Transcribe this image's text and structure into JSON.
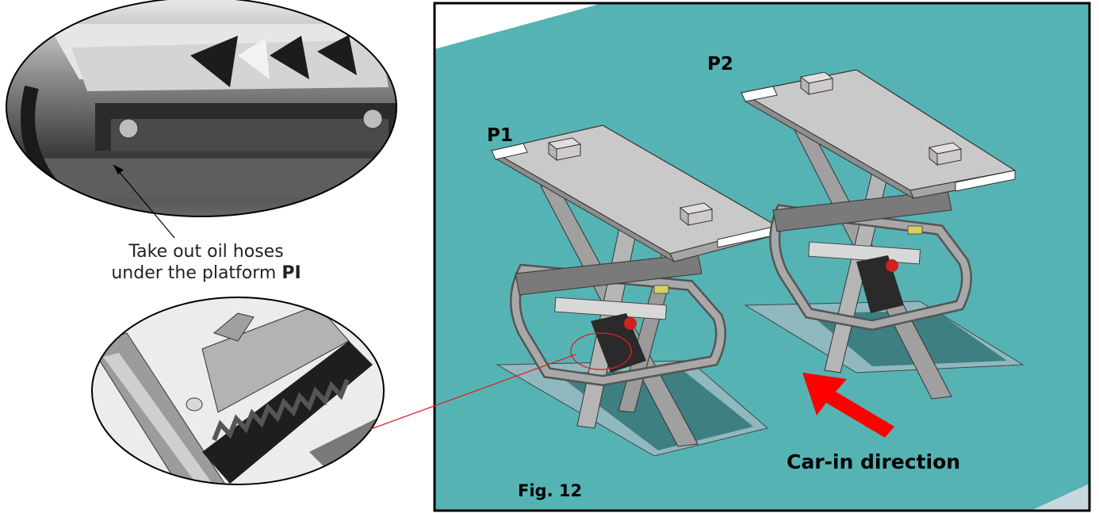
{
  "caption": {
    "line1": "Take out oil hoses",
    "line2_prefix": "under the platform ",
    "line2_bold": "PI"
  },
  "labels": {
    "p1": "P1",
    "p2": "P2",
    "direction": "Car-in direction",
    "figure": "Fig. 12"
  },
  "colors": {
    "floor": "#56b3b4",
    "frame": "#000000",
    "arrow": "#ff0000",
    "leader_red": "#e02020",
    "platform_top": "#c9c9c9",
    "steel": "#9a9a9a"
  }
}
